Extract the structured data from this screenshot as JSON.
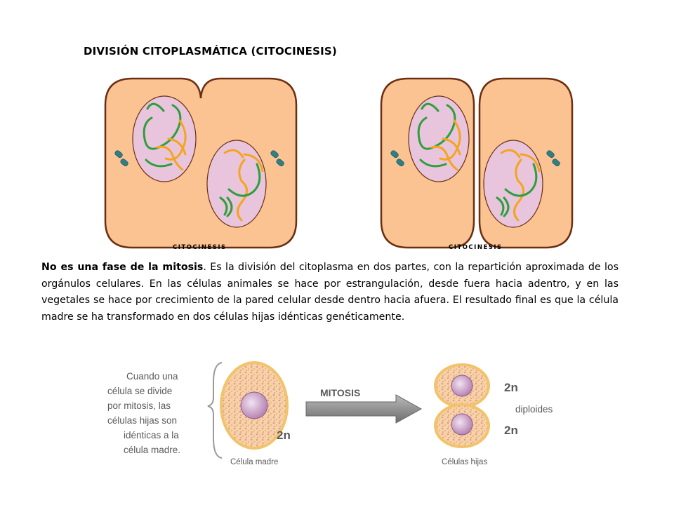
{
  "title": "DIVISIÓN CITOPLASMÁTICA (CITOCINESIS)",
  "captions": {
    "left": "CITOCINESIS",
    "right": "CITOCINESIS"
  },
  "paragraph": {
    "bold_lead": "No es una fase de la mitosis",
    "body": ". Es la división del citoplasma en dos partes, con la repartición aproximada de los orgánulos celulares. En las células animales se hace por estrangulación, desde fuera hacia adentro, y en las vegetales se hace por crecimiento de la pared celular desde dentro hacia afuera. El resultado final es que la célula madre se ha transformado en dos células hijas idénticas genéticamente."
  },
  "bottom": {
    "note_lines": [
      "Cuando una",
      "célula se divide",
      "por mitosis, las",
      "células  hijas son",
      "idénticas a la",
      "célula madre."
    ],
    "arrow_label": "MITOSIS",
    "mother_ploidy": "2n",
    "daughter_ploidy_top": "2n",
    "daughter_ploidy_bottom": "2n",
    "diploid_label": "diploides",
    "mother_caption": "Célula madre",
    "daughters_caption": "Células hijas"
  },
  "colors": {
    "cell_fill": "#fbc391",
    "cell_stroke": "#6b2e10",
    "nucleus_fill": "#e8c5dd",
    "chromosome_green": "#2e9e3c",
    "chromosome_orange": "#f4a51c",
    "organelle_teal": "#2f7f84"
  }
}
